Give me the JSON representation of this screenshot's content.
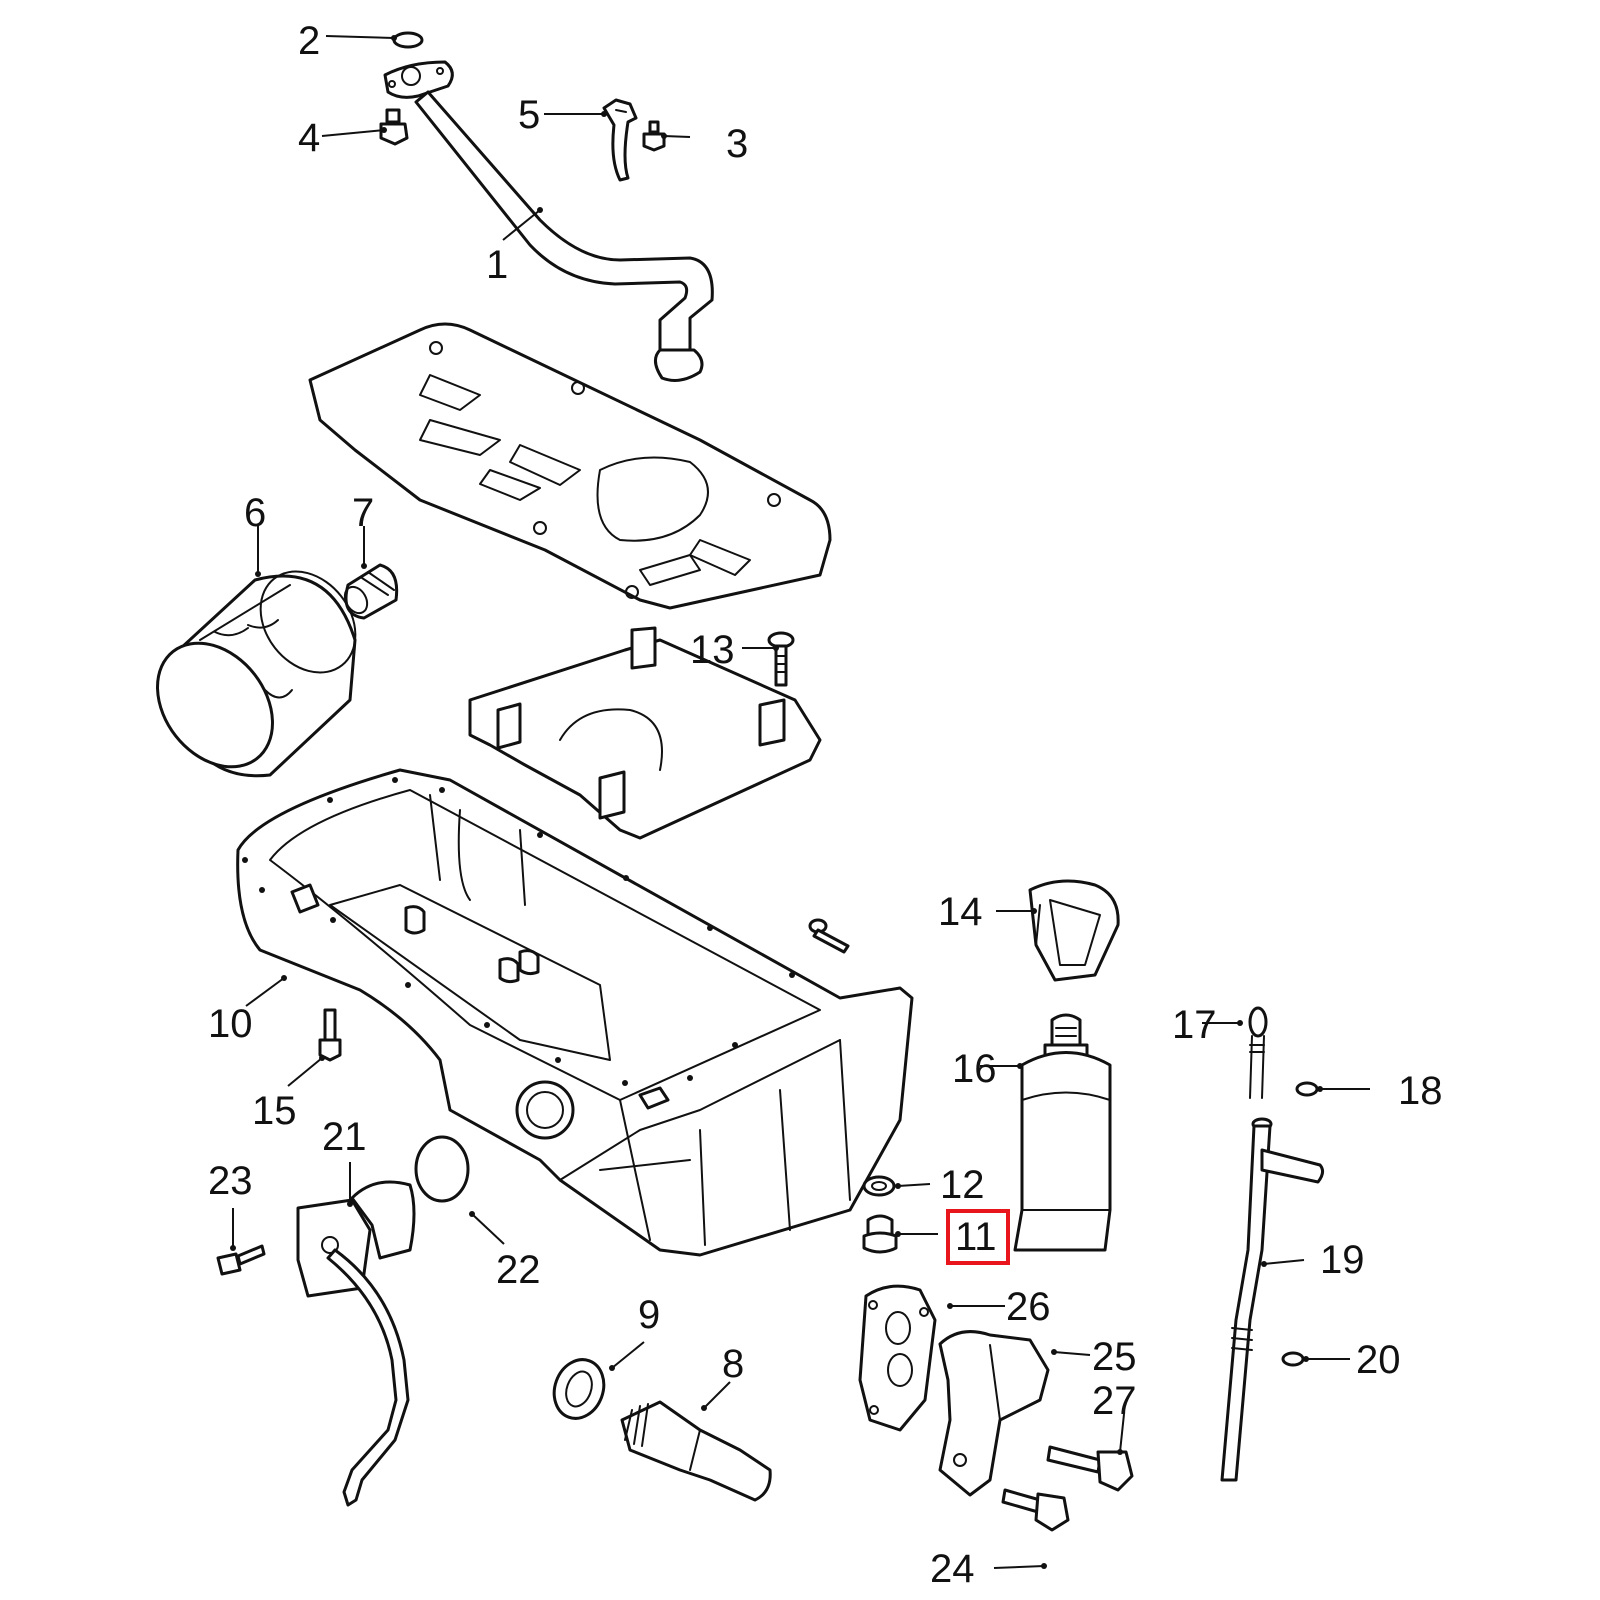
{
  "diagram": {
    "highlight_color": "#e8151c",
    "highlighted_callout": "11",
    "callouts": [
      {
        "id": "c1",
        "label": "1"
      },
      {
        "id": "c2",
        "label": "2"
      },
      {
        "id": "c3",
        "label": "3"
      },
      {
        "id": "c4",
        "label": "4"
      },
      {
        "id": "c5",
        "label": "5"
      },
      {
        "id": "c6",
        "label": "6"
      },
      {
        "id": "c7",
        "label": "7"
      },
      {
        "id": "c8",
        "label": "8"
      },
      {
        "id": "c9",
        "label": "9"
      },
      {
        "id": "c10",
        "label": "10"
      },
      {
        "id": "c11",
        "label": "11"
      },
      {
        "id": "c12",
        "label": "12"
      },
      {
        "id": "c13",
        "label": "13"
      },
      {
        "id": "c14",
        "label": "14"
      },
      {
        "id": "c15",
        "label": "15"
      },
      {
        "id": "c16",
        "label": "16"
      },
      {
        "id": "c17",
        "label": "17"
      },
      {
        "id": "c18",
        "label": "18"
      },
      {
        "id": "c19",
        "label": "19"
      },
      {
        "id": "c20",
        "label": "20"
      },
      {
        "id": "c21",
        "label": "21"
      },
      {
        "id": "c22",
        "label": "22"
      },
      {
        "id": "c23",
        "label": "23"
      },
      {
        "id": "c24",
        "label": "24"
      },
      {
        "id": "c25",
        "label": "25"
      },
      {
        "id": "c26",
        "label": "26"
      },
      {
        "id": "c27",
        "label": "27"
      }
    ]
  }
}
